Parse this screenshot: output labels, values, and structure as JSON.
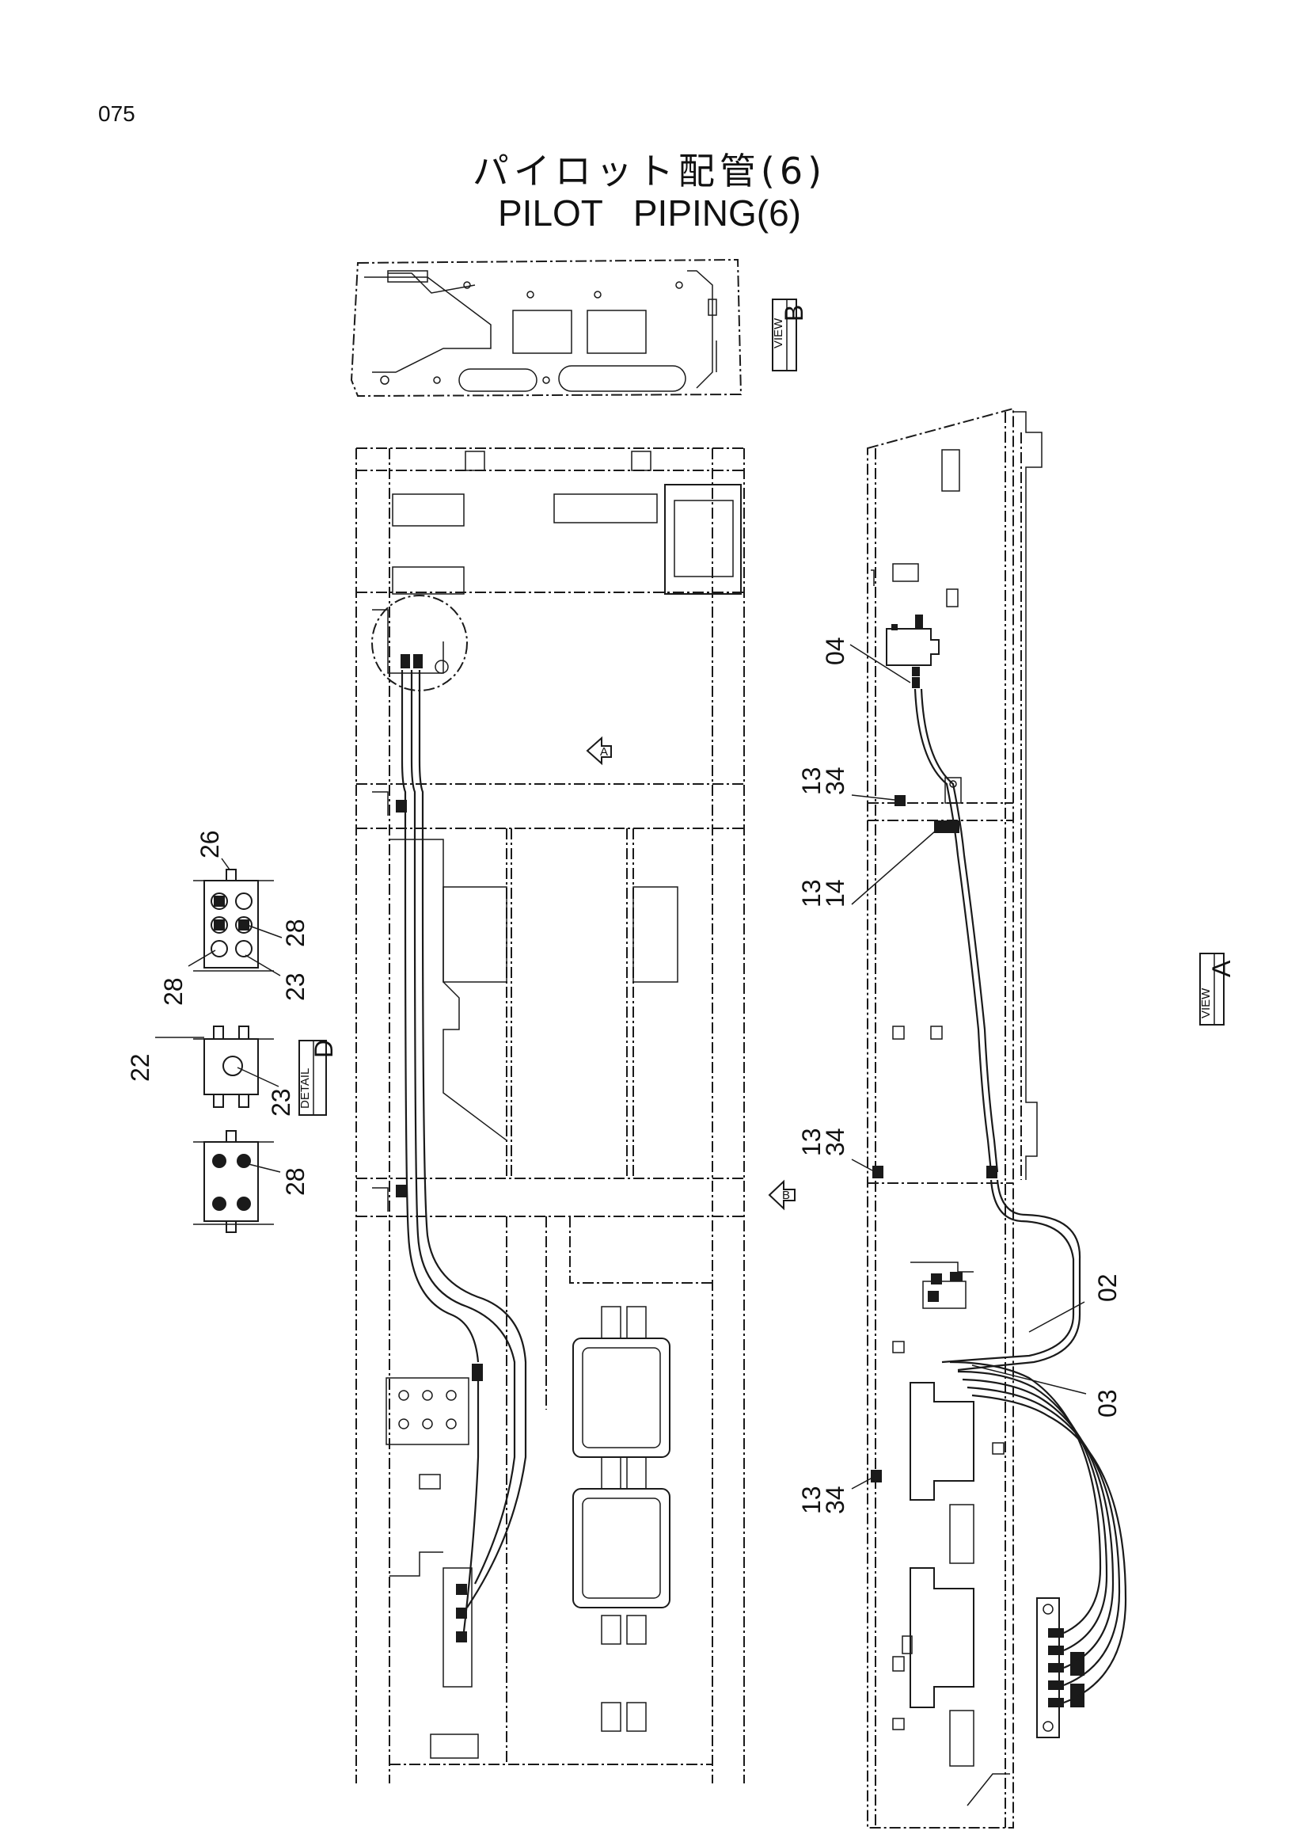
{
  "page": {
    "number": "075"
  },
  "title": {
    "japanese": "パイロット配管(6)",
    "english": "PILOT   PIPING(6)"
  },
  "views": {
    "view_b": {
      "label": "B",
      "tag_text": "VIEW"
    },
    "view_a": {
      "label": "A",
      "tag_text": "VIEW"
    },
    "detail_d": {
      "label": "D",
      "tag_text": "DETAIL"
    },
    "arrow_a": "A",
    "arrow_b": "B"
  },
  "callouts": {
    "c26": "26",
    "c28a": "28",
    "c28b": "28",
    "c23a": "23",
    "c22": "22",
    "c23b": "23",
    "c28c": "28",
    "c04": "04",
    "c13_1": "13",
    "c34_1": "34",
    "c13_2": "13",
    "c14": "14",
    "c13_3": "13",
    "c34_3": "34",
    "c02": "02",
    "c03": "03",
    "c13_4": "13",
    "c34_4": "34"
  }
}
